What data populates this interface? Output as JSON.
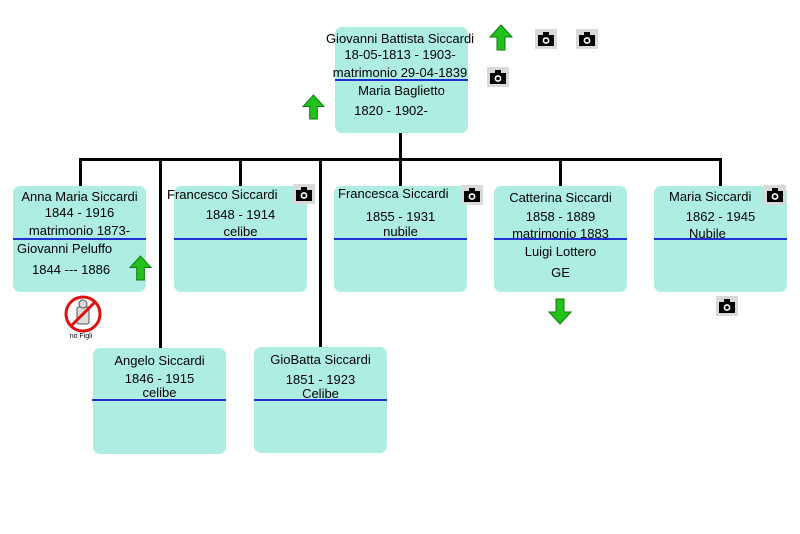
{
  "colors": {
    "card": "#aeeee2",
    "rule": "#1f2fd0",
    "connector": "#000000",
    "arrow": "#22c21a"
  },
  "root": {
    "name": "Giovanni Battista Siccardi",
    "dates": "18-05-1813 - 1903-",
    "marriage": "matrimonio 29-04-1839",
    "spouse": "Maria Baglietto",
    "spouse_dates": "1820 - 1902-"
  },
  "children": [
    {
      "name": "Anna Maria Siccardi",
      "dates": "1844 - 1916",
      "status": "matrimonio 1873-",
      "spouse": "Giovanni Peluffo",
      "spouse_dates": "1844 --- 1886"
    },
    {
      "name": "Francesco Siccardi",
      "dates": "1848 - 1914",
      "status": "celibe"
    },
    {
      "name": "Francesca Siccardi",
      "dates": "1855 - 1931",
      "status": "nubile"
    },
    {
      "name": "Catterina Siccardi",
      "dates": "1858 - 1889",
      "status": "matrimonio 1883",
      "spouse": "Luigi Lottero",
      "spouse_dates": "GE"
    },
    {
      "name": "Maria Siccardi",
      "dates": "1862 - 1945",
      "status": "Nubile"
    },
    {
      "name": "Angelo Siccardi",
      "dates": "1846 - 1915",
      "status": "celibe"
    },
    {
      "name": "GioBatta Siccardi",
      "dates": "1851 - 1923",
      "status": "Celibe"
    }
  ],
  "no_children_label": "no Figli",
  "icons": {
    "photo": "camera-icon",
    "up": "green-up-arrow-icon",
    "down": "green-down-arrow-icon",
    "no_children": "no-children-icon"
  }
}
